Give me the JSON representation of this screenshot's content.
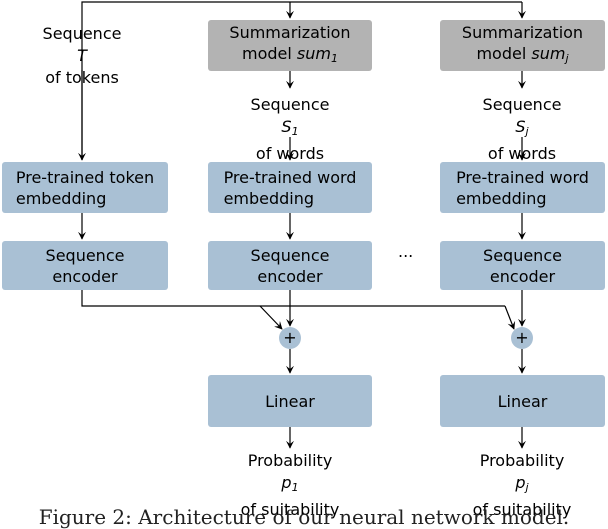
{
  "left_column": {
    "input_label_line1": "Sequence",
    "input_label_var": "T",
    "input_label_line2": "of tokens",
    "embedding_line1": "Pre-trained token",
    "embedding_line2": "embedding",
    "encoder_line1": "Sequence",
    "encoder_line2": "encoder"
  },
  "column_1": {
    "summarizer_line1": "Summarization",
    "summarizer_line2": "model",
    "summarizer_var": "sum",
    "summarizer_sub": "1",
    "sequence_line1": "Sequence",
    "sequence_var": "S",
    "sequence_sub": "1",
    "sequence_line2": "of words",
    "embedding_line1": "Pre-trained word",
    "embedding_line2": "embedding",
    "encoder_line1": "Sequence",
    "encoder_line2": "encoder",
    "combine_symbol": "+",
    "linear_label": "Linear",
    "output_line1": "Probability",
    "output_var": "p",
    "output_sub": "1",
    "output_line2": "of suitability"
  },
  "column_j": {
    "summarizer_line1": "Summarization",
    "summarizer_line2": "model",
    "summarizer_var": "sum",
    "summarizer_sub": "j",
    "sequence_line1": "Sequence",
    "sequence_var": "S",
    "sequence_sub": "j",
    "sequence_line2": "of words",
    "embedding_line1": "Pre-trained word",
    "embedding_line2": "embedding",
    "encoder_line1": "Sequence",
    "encoder_line2": "encoder",
    "combine_symbol": "+",
    "linear_label": "Linear",
    "output_line1": "Probability",
    "output_var": "p",
    "output_sub": "j",
    "output_line2": "of suitability"
  },
  "ellipsis": "...",
  "caption": "Figure 2: Architecture of our neural network model.",
  "colors": {
    "box_blue": "#a9c0d4",
    "box_grey": "#b3b3b3",
    "line": "#000000"
  }
}
